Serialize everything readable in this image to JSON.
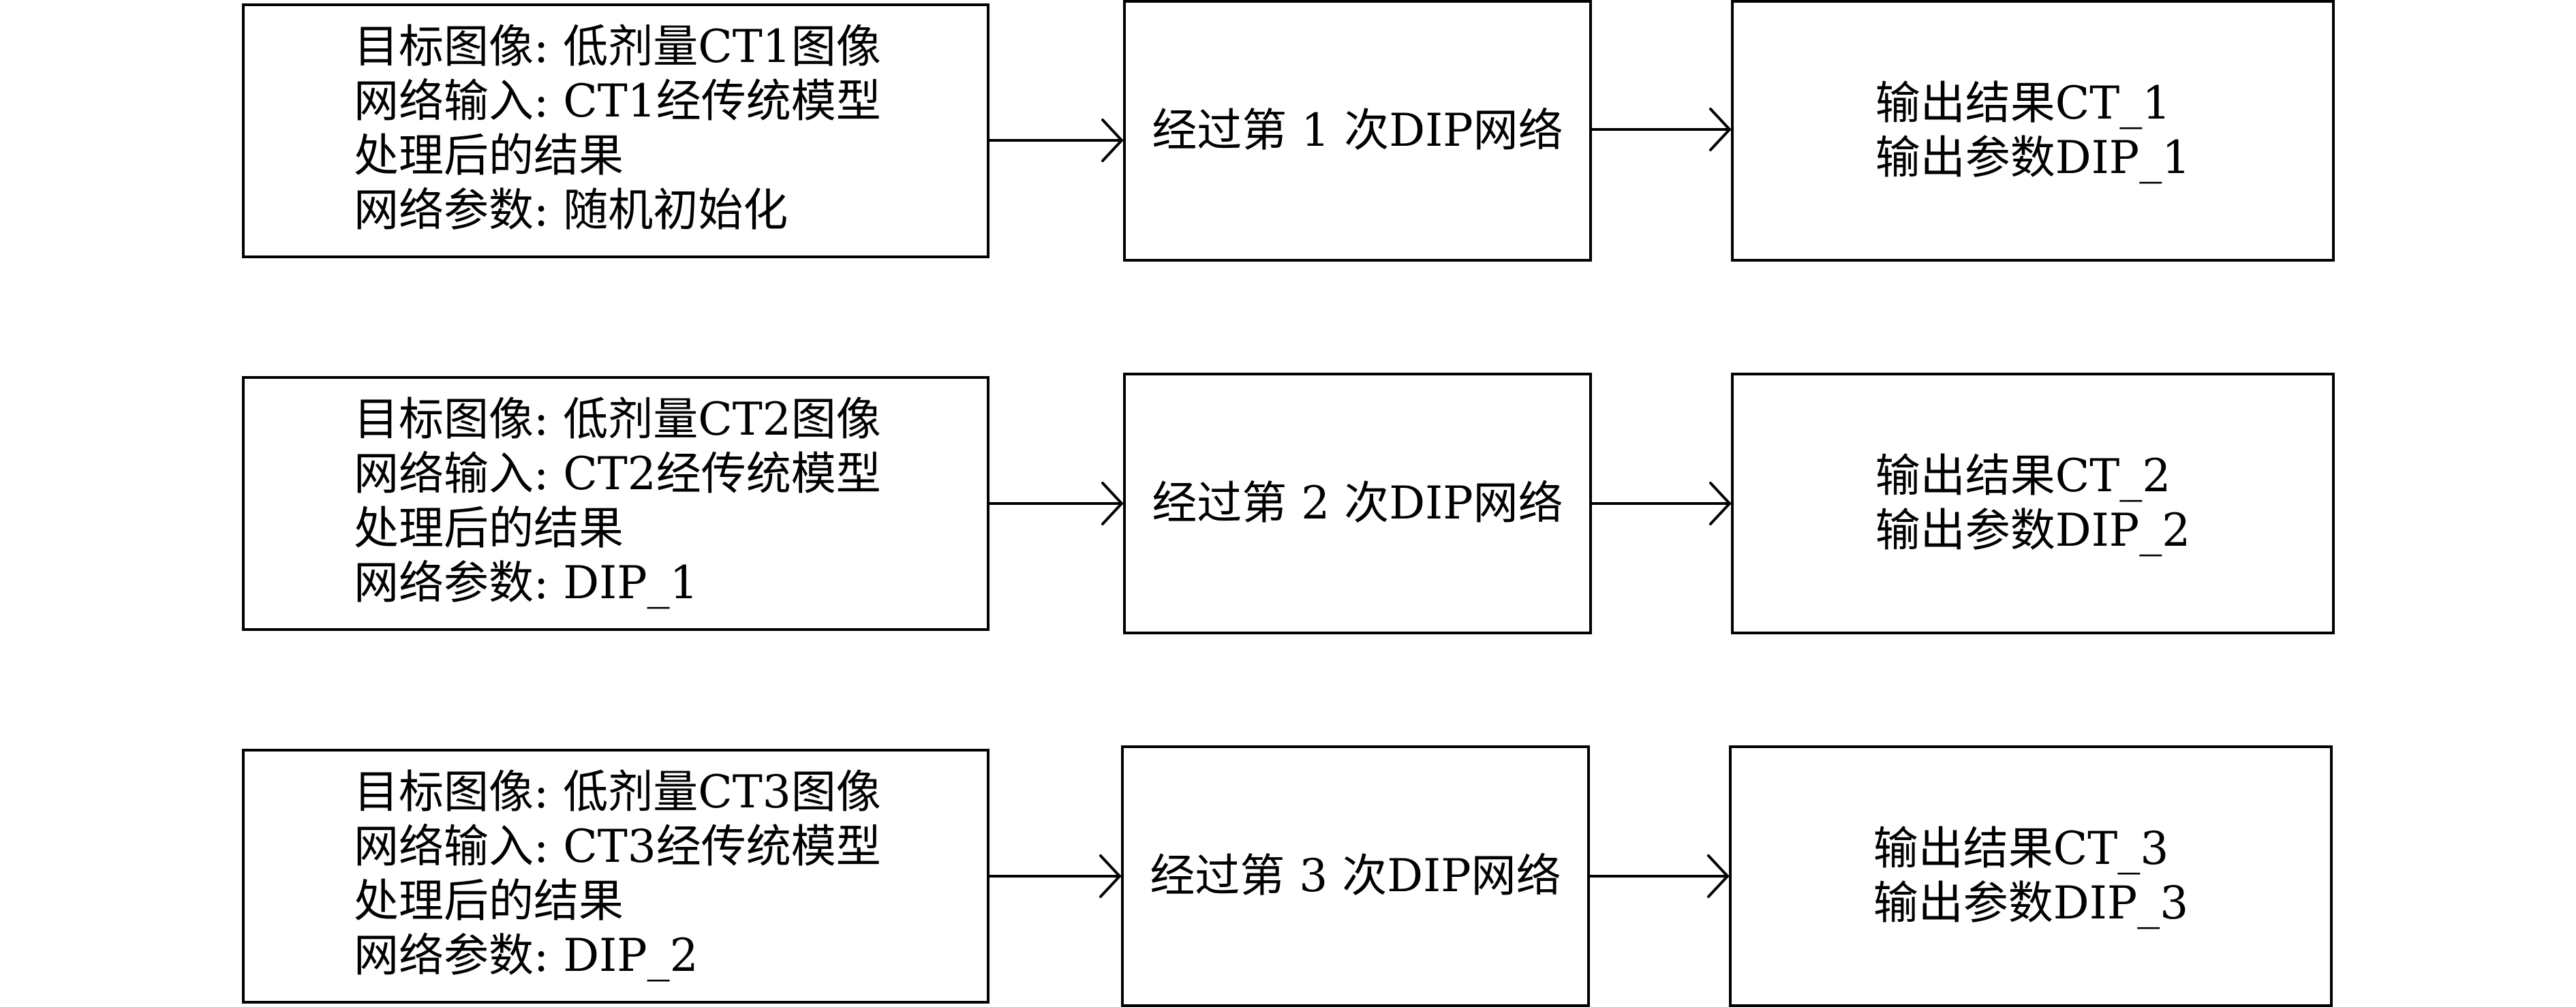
{
  "rows": [
    {
      "input_lines": [
        "目标图像: 低剂量CT1图像",
        "网络输入: CT1经传统模型",
        "处理后的结果",
        "网络参数: 随机初始化"
      ],
      "process": "经过第 1 次DIP网络",
      "output_lines": [
        "输出结果CT_1",
        "输出参数DIP_1"
      ]
    },
    {
      "input_lines": [
        "目标图像: 低剂量CT2图像",
        "网络输入: CT2经传统模型",
        "处理后的结果",
        "网络参数: DIP_1"
      ],
      "process": "经过第 2 次DIP网络",
      "output_lines": [
        "输出结果CT_2",
        "输出参数DIP_2"
      ]
    },
    {
      "input_lines": [
        "目标图像: 低剂量CT3图像",
        "网络输入: CT3经传统模型",
        "处理后的结果",
        "网络参数: DIP_2"
      ],
      "process": "经过第 3 次DIP网络",
      "output_lines": [
        "输出结果CT_3",
        "输出参数DIP_3"
      ]
    }
  ]
}
